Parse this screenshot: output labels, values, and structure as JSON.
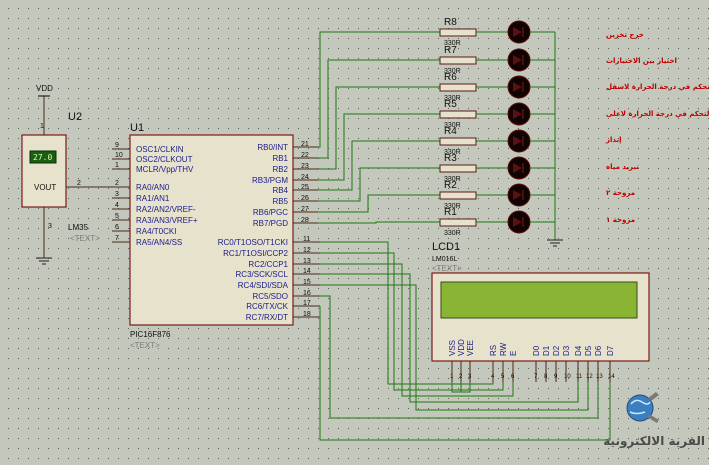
{
  "power": {
    "vdd": "VDD"
  },
  "sensor": {
    "ref": "U2",
    "temp": "27.0",
    "vout": "VOUT",
    "part": "LM35",
    "text": "<TEXT>",
    "pin_vdd": "1",
    "pin_out": "2",
    "pin_gnd": "3"
  },
  "mcu": {
    "ref": "U1",
    "part": "PIC16F876",
    "text": "<TEXT>",
    "left_pins": [
      {
        "num": "9",
        "name": "OSC1/CLKIN"
      },
      {
        "num": "10",
        "name": "OSC2/CLKOUT"
      },
      {
        "num": "1",
        "name": "MCLR/Vpp/THV"
      },
      {
        "num": "2",
        "name": "RA0/AN0"
      },
      {
        "num": "3",
        "name": "RA1/AN1"
      },
      {
        "num": "4",
        "name": "RA2/AN2/VREF-"
      },
      {
        "num": "5",
        "name": "RA3/AN3/VREF+"
      },
      {
        "num": "6",
        "name": "RA4/T0CKI"
      },
      {
        "num": "7",
        "name": "RA5/AN4/SS"
      }
    ],
    "rb_pins": [
      {
        "num": "21",
        "name": "RB0/INT"
      },
      {
        "num": "22",
        "name": "RB1"
      },
      {
        "num": "23",
        "name": "RB2"
      },
      {
        "num": "24",
        "name": "RB3/PGM"
      },
      {
        "num": "25",
        "name": "RB4"
      },
      {
        "num": "26",
        "name": "RB5"
      },
      {
        "num": "27",
        "name": "RB6/PGC"
      },
      {
        "num": "28",
        "name": "RB7/PGD"
      }
    ],
    "rc_pins": [
      {
        "num": "11",
        "name": "RC0/T1OSO/T1CKI"
      },
      {
        "num": "12",
        "name": "RC1/T1OSI/CCP2"
      },
      {
        "num": "13",
        "name": "RC2/CCP1"
      },
      {
        "num": "14",
        "name": "RC3/SCK/SCL"
      },
      {
        "num": "15",
        "name": "RC4/SDI/SDA"
      },
      {
        "num": "16",
        "name": "RC5/SDO"
      },
      {
        "num": "17",
        "name": "RC6/TX/CK"
      },
      {
        "num": "18",
        "name": "RC7/RX/DT"
      }
    ]
  },
  "resistors": [
    {
      "ref": "R8",
      "value": "330R"
    },
    {
      "ref": "R7",
      "value": "330R"
    },
    {
      "ref": "R6",
      "value": "330R"
    },
    {
      "ref": "R5",
      "value": "330R"
    },
    {
      "ref": "R4",
      "value": "330R"
    },
    {
      "ref": "R3",
      "value": "330R"
    },
    {
      "ref": "R2",
      "value": "330R"
    },
    {
      "ref": "R1",
      "value": "330R"
    }
  ],
  "outputs": [
    "خرج تخزين",
    "اختيار بين الاختيارات",
    "خرج التحكم في درجة الحرارة لاسفل",
    "خرج التحكم في درجة الحرارة لاعلى",
    "إنذار",
    "تبريد مياه",
    "مروحة ٢",
    "مروحة ١"
  ],
  "lcd": {
    "ref": "LCD1",
    "part": "LM016L",
    "text": "<TEXT>",
    "pin_names": [
      "VSS",
      "VDD",
      "VEE",
      "RS",
      "RW",
      "E",
      "D0",
      "D1",
      "D2",
      "D3",
      "D4",
      "D5",
      "D6",
      "D7"
    ],
    "pin_nums": [
      "1",
      "2",
      "3",
      "4",
      "5",
      "6",
      "7",
      "8",
      "9",
      "10",
      "11",
      "12",
      "13",
      "14"
    ]
  },
  "logo": {
    "text": "القرية الالكترونية",
    "colors": {
      "globe": "#3a7fc0",
      "text": "#4a4a4a"
    }
  }
}
